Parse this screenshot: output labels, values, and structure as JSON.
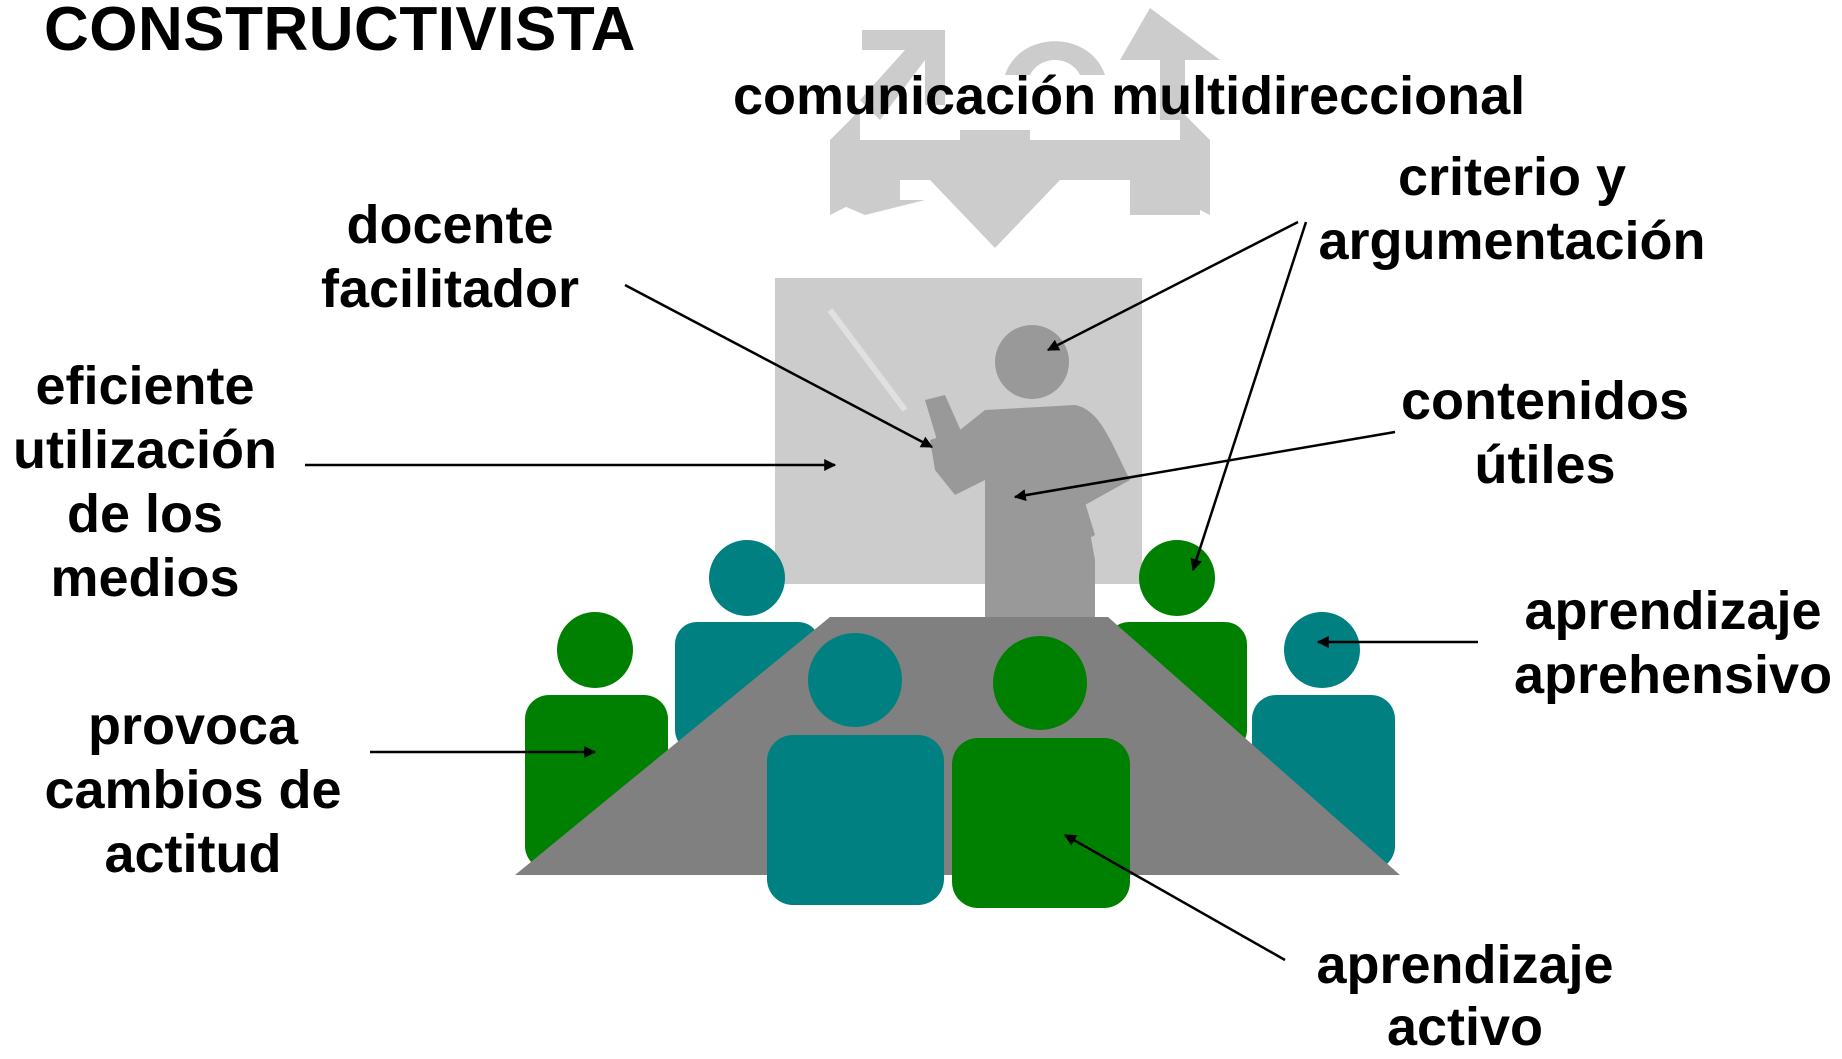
{
  "title": "CONSTRUCTIVISTA",
  "labels": {
    "communication": "comunicación multidireccional",
    "criterion_1": "criterio y",
    "criterion_2": "argumentación",
    "teacher_1": "docente",
    "teacher_2": "facilitador",
    "media_1": "eficiente",
    "media_2": "utilización",
    "media_3": "de los",
    "media_4": "medios",
    "contents_1": "contenidos",
    "contents_2": "útiles",
    "apprehensive_1": "aprendizaje",
    "apprehensive_2": "aprehensivo",
    "attitude_1": "provoca",
    "attitude_2": "cambios de",
    "attitude_3": "actitud",
    "active_1": "aprendizaje",
    "active_2": "activo"
  },
  "icons": {
    "arrows": "multidirectional-arrows-icon",
    "board": "presentation-board",
    "teacher": "teacher-figure-icon",
    "students": "student-figure-icon",
    "table": "conference-table"
  },
  "colors": {
    "green": "#008000",
    "teal": "#008080",
    "table": "#808080",
    "board": "#cccccc",
    "teacher": "#999999",
    "arrows": "#cccccc"
  }
}
